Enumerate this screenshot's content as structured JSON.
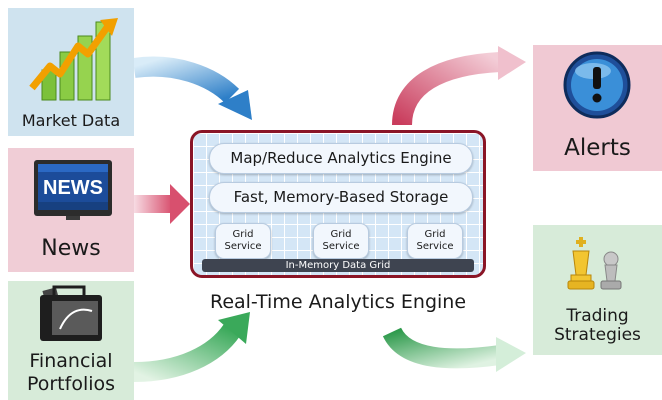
{
  "sources": {
    "market_data": "Market Data",
    "news": "News",
    "news_logo": "NEWS",
    "financial_portfolios_line1": "Financial",
    "financial_portfolios_line2": "Portfolios"
  },
  "engine": {
    "map_reduce": "Map/Reduce Analytics Engine",
    "storage": "Fast, Memory-Based Storage",
    "grid_services": [
      {
        "line1": "Grid",
        "line2": "Service"
      },
      {
        "line1": "Grid",
        "line2": "Service"
      },
      {
        "line1": "Grid",
        "line2": "Service"
      }
    ],
    "data_grid": "In-Memory Data Grid",
    "title": "Real-Time Analytics Engine"
  },
  "outputs": {
    "alerts": "Alerts",
    "trading_line1": "Trading",
    "trading_line2": "Strategies"
  },
  "icons": {
    "market_data": "rising-bar-chart-icon",
    "news": "news-tv-icon",
    "portfolios": "briefcase-icon",
    "alerts": "exclamation-icon",
    "trading": "chess-pieces-icon"
  },
  "colors": {
    "blue_arrow": "#2e7fc8",
    "pink_arrow": "#d8506e",
    "green_arrow": "#3aa95a",
    "engine_border": "#8a1526",
    "engine_fill": "#d4e6f6"
  }
}
